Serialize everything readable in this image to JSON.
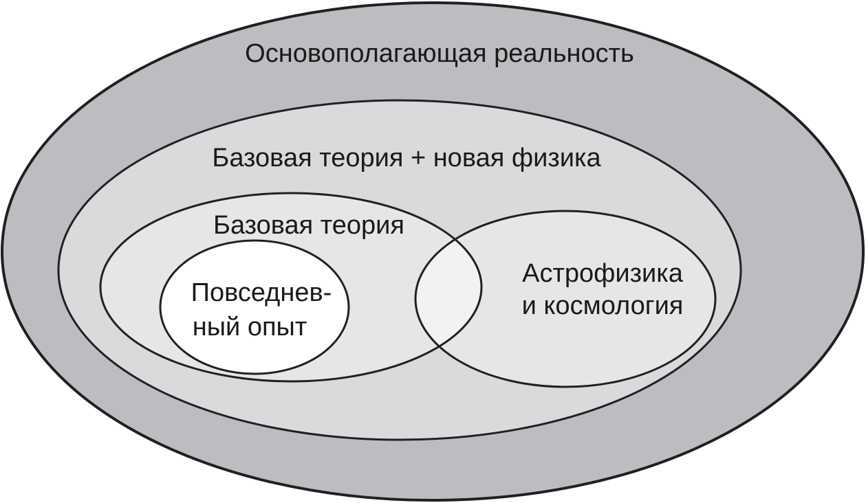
{
  "diagram": {
    "outer": {
      "label": "Основополагающая реальность",
      "color": "#bcbdc0"
    },
    "second": {
      "label": "Базовая теория + новая физика",
      "color": "#d9dadc"
    },
    "base": {
      "label": "Базовая теория",
      "color": "#e6e6e7"
    },
    "astro": {
      "line1": "Астрофизика",
      "line2": "и космология",
      "color": "#e6e6e7"
    },
    "intersection": {
      "color": "#f2f2f2"
    },
    "everyday": {
      "line1": "Повседнев-",
      "line2": "ный опыт",
      "color": "#ffffff"
    }
  }
}
